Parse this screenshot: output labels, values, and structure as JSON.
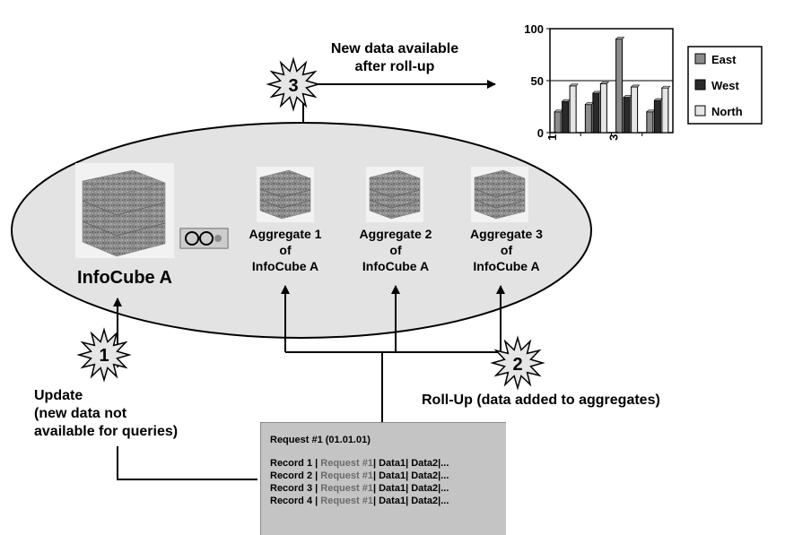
{
  "steps": {
    "three": {
      "number": "3",
      "label_line1": "New data available",
      "label_line2": "after roll-up"
    },
    "one": {
      "number": "1",
      "label_line1": "Update",
      "label_line2": "(new data not",
      "label_line3": "available for queries)"
    },
    "two": {
      "number": "2",
      "label": "Roll-Up (data added to aggregates)"
    }
  },
  "infocube": {
    "name": "InfoCube A"
  },
  "aggregates": [
    {
      "line1": "Aggregate 1",
      "line2": "of",
      "line3": "InfoCube A"
    },
    {
      "line1": "Aggregate 2",
      "line2": "of",
      "line3": "InfoCube A"
    },
    {
      "line1": "Aggregate 3",
      "line2": "of",
      "line3": "InfoCube A"
    }
  ],
  "request": {
    "title": "Request #1 (01.01.01)",
    "records": [
      {
        "record": "Record 1 | ",
        "request": "Request #1",
        "rest": "| Data1| Data2|..."
      },
      {
        "record": "Record 2 | ",
        "request": "Request #1",
        "rest": "| Data1| Data2|..."
      },
      {
        "record": "Record 3 | ",
        "request": "Request #1",
        "rest": "| Data1| Data2|..."
      },
      {
        "record": "Record 4 | ",
        "request": "Request #1",
        "rest": "| Data1| Data2|..."
      }
    ]
  },
  "chart_data": {
    "type": "bar",
    "categories": [
      "1.",
      "",
      "3.",
      ""
    ],
    "x_tick_labels": [
      "1.",
      "3."
    ],
    "ylim": [
      0,
      100
    ],
    "y_ticks": [
      0,
      50,
      100
    ],
    "grid": true,
    "legend_position": "right",
    "series": [
      {
        "name": "East",
        "color": "#8c8c8c",
        "values": [
          20,
          27,
          90,
          20
        ]
      },
      {
        "name": "West",
        "color": "#2a2a2a",
        "values": [
          30,
          38,
          34,
          31
        ]
      },
      {
        "name": "North",
        "color": "#e6e6e6",
        "values": [
          45,
          47,
          44,
          43
        ]
      }
    ]
  }
}
